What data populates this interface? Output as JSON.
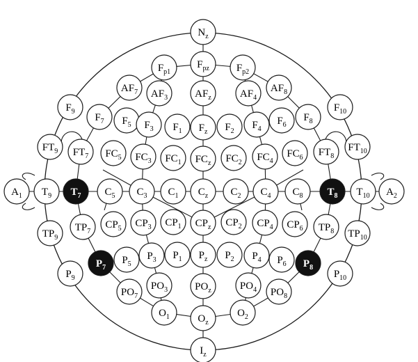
{
  "colors": {
    "line": "#1a1a1a",
    "fill": "#ffffff",
    "highlight": "#111111",
    "highlight_text": "#ffffff"
  },
  "electrodes": [
    {
      "id": "Nz",
      "base": "N",
      "sub": "z"
    },
    {
      "id": "Fp1",
      "base": "F",
      "sub": "p1"
    },
    {
      "id": "Fpz",
      "base": "F",
      "sub": "pz"
    },
    {
      "id": "Fp2",
      "base": "F",
      "sub": "p2"
    },
    {
      "id": "AF7",
      "base": "AF",
      "sub": "7"
    },
    {
      "id": "AF3",
      "base": "AF",
      "sub": "3"
    },
    {
      "id": "AFz",
      "base": "AF",
      "sub": "z"
    },
    {
      "id": "AF4",
      "base": "AF",
      "sub": "4"
    },
    {
      "id": "AF8",
      "base": "AF",
      "sub": "8"
    },
    {
      "id": "F9",
      "base": "F",
      "sub": "9"
    },
    {
      "id": "F7",
      "base": "F",
      "sub": "7"
    },
    {
      "id": "F5",
      "base": "F",
      "sub": "5"
    },
    {
      "id": "F3",
      "base": "F",
      "sub": "3"
    },
    {
      "id": "F1",
      "base": "F",
      "sub": "1"
    },
    {
      "id": "Fz",
      "base": "F",
      "sub": "z"
    },
    {
      "id": "F2",
      "base": "F",
      "sub": "2"
    },
    {
      "id": "F4",
      "base": "F",
      "sub": "4"
    },
    {
      "id": "F6",
      "base": "F",
      "sub": "6"
    },
    {
      "id": "F8",
      "base": "F",
      "sub": "8"
    },
    {
      "id": "F10",
      "base": "F",
      "sub": "10"
    },
    {
      "id": "FT9",
      "base": "FT",
      "sub": "9"
    },
    {
      "id": "FT7",
      "base": "FT",
      "sub": "7"
    },
    {
      "id": "FC5",
      "base": "FC",
      "sub": "5"
    },
    {
      "id": "FC3",
      "base": "FC",
      "sub": "3"
    },
    {
      "id": "FC1",
      "base": "FC",
      "sub": "1"
    },
    {
      "id": "FCz",
      "base": "FC",
      "sub": "z"
    },
    {
      "id": "FC2",
      "base": "FC",
      "sub": "2"
    },
    {
      "id": "FC4",
      "base": "FC",
      "sub": "4"
    },
    {
      "id": "FC6",
      "base": "FC",
      "sub": "6"
    },
    {
      "id": "FT8",
      "base": "FT",
      "sub": "8"
    },
    {
      "id": "FT10",
      "base": "FT",
      "sub": "10"
    },
    {
      "id": "A1",
      "base": "A",
      "sub": "1"
    },
    {
      "id": "T9",
      "base": "T",
      "sub": "9"
    },
    {
      "id": "T7",
      "base": "T",
      "sub": "7",
      "highlight": true
    },
    {
      "id": "C5",
      "base": "C",
      "sub": "5"
    },
    {
      "id": "C3",
      "base": "C",
      "sub": "3"
    },
    {
      "id": "C1",
      "base": "C",
      "sub": "1"
    },
    {
      "id": "Cz",
      "base": "C",
      "sub": "z"
    },
    {
      "id": "C2",
      "base": "C",
      "sub": "2"
    },
    {
      "id": "C4",
      "base": "C",
      "sub": "4"
    },
    {
      "id": "C8",
      "base": "C",
      "sub": "8"
    },
    {
      "id": "T8",
      "base": "T",
      "sub": "8",
      "highlight": true
    },
    {
      "id": "T10",
      "base": "T",
      "sub": "10"
    },
    {
      "id": "A2",
      "base": "A",
      "sub": "2"
    },
    {
      "id": "TP9",
      "base": "TP",
      "sub": "9"
    },
    {
      "id": "TP7",
      "base": "TP",
      "sub": "7"
    },
    {
      "id": "CP5",
      "base": "CP",
      "sub": "5"
    },
    {
      "id": "CP3",
      "base": "CP",
      "sub": "3"
    },
    {
      "id": "CP1",
      "base": "CP",
      "sub": "1"
    },
    {
      "id": "CPz",
      "base": "CP",
      "sub": "z"
    },
    {
      "id": "CP2",
      "base": "CP",
      "sub": "2"
    },
    {
      "id": "CP4",
      "base": "CP",
      "sub": "4"
    },
    {
      "id": "CP6",
      "base": "CP",
      "sub": "6"
    },
    {
      "id": "TP8",
      "base": "TP",
      "sub": "8"
    },
    {
      "id": "TP10",
      "base": "TP",
      "sub": "10"
    },
    {
      "id": "P9",
      "base": "P",
      "sub": "9"
    },
    {
      "id": "P7",
      "base": "P",
      "sub": "7",
      "highlight": true
    },
    {
      "id": "P5",
      "base": "P",
      "sub": "5"
    },
    {
      "id": "P3",
      "base": "P",
      "sub": "3"
    },
    {
      "id": "P1",
      "base": "P",
      "sub": "1"
    },
    {
      "id": "Pz",
      "base": "P",
      "sub": "z"
    },
    {
      "id": "P2",
      "base": "P",
      "sub": "2"
    },
    {
      "id": "P4",
      "base": "P",
      "sub": "4"
    },
    {
      "id": "P6",
      "base": "P",
      "sub": "6"
    },
    {
      "id": "P8",
      "base": "P",
      "sub": "8",
      "highlight": true
    },
    {
      "id": "P10",
      "base": "P",
      "sub": "10"
    },
    {
      "id": "PO7",
      "base": "PO",
      "sub": "7"
    },
    {
      "id": "PO3",
      "base": "PO",
      "sub": "3"
    },
    {
      "id": "POz",
      "base": "PO",
      "sub": "z"
    },
    {
      "id": "PO4",
      "base": "PO",
      "sub": "4"
    },
    {
      "id": "PO8",
      "base": "PO",
      "sub": "8"
    },
    {
      "id": "O1",
      "base": "O",
      "sub": "1"
    },
    {
      "id": "Oz",
      "base": "O",
      "sub": "z"
    },
    {
      "id": "O2",
      "base": "O",
      "sub": "2"
    },
    {
      "id": "Iz",
      "base": "I",
      "sub": "z"
    }
  ]
}
